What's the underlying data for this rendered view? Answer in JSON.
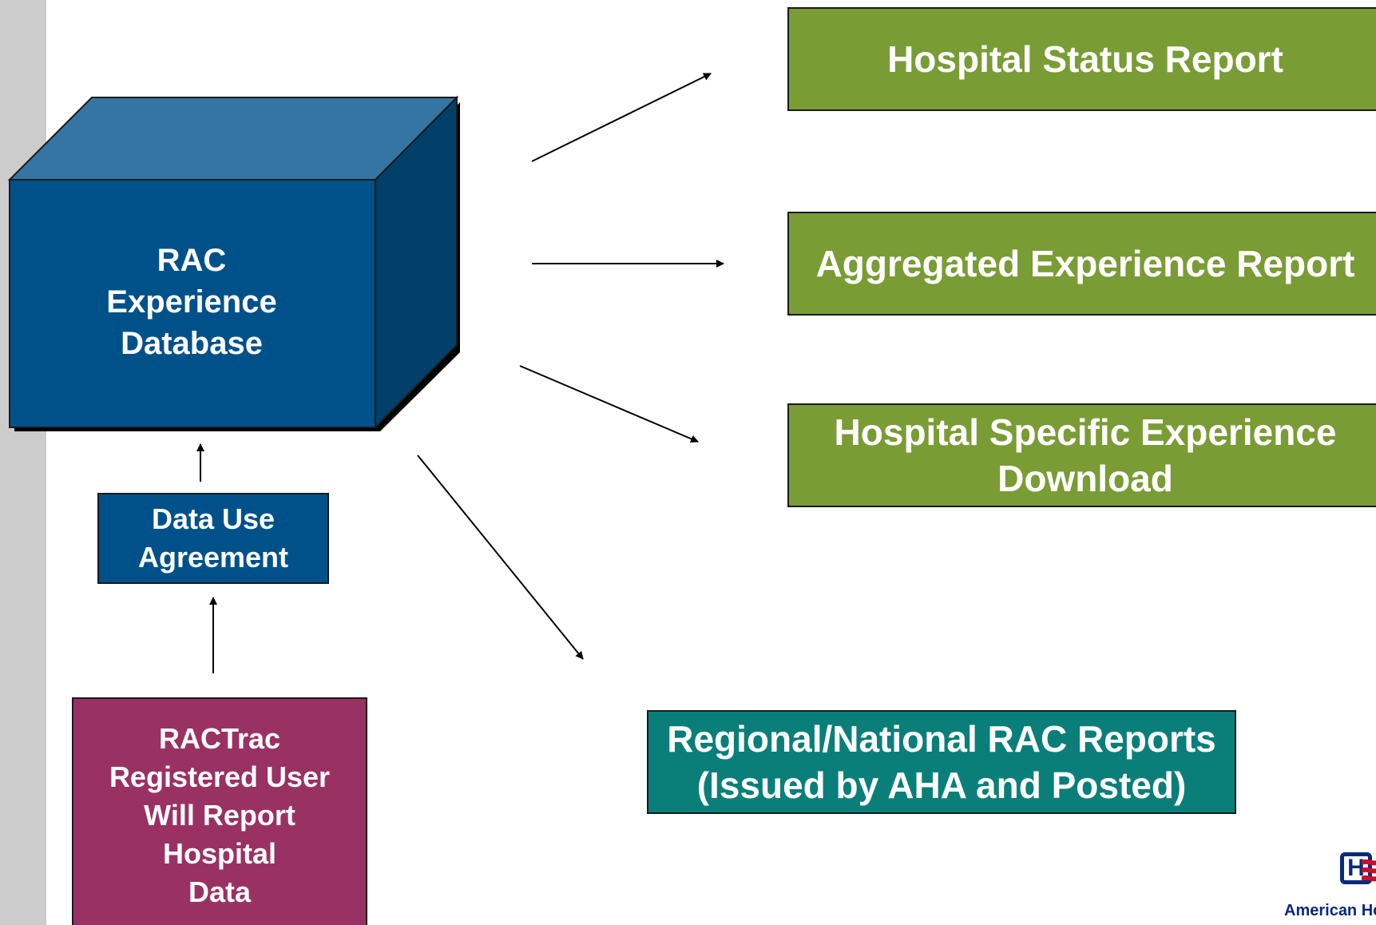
{
  "database": {
    "label_lines": [
      "RAC",
      "Experience",
      "Database"
    ]
  },
  "dua": {
    "label_lines": [
      "Data Use",
      "Agreement"
    ]
  },
  "ractrac": {
    "label_lines": [
      "RACTrac",
      "Registered User",
      "Will Report",
      "Hospital",
      "Data"
    ]
  },
  "reports": [
    {
      "label_lines": [
        "Hospital Status Report"
      ]
    },
    {
      "label_lines": [
        "Aggregated Experience Report"
      ]
    },
    {
      "label_lines": [
        "Hospital Specific Experience",
        "Download"
      ]
    }
  ],
  "regional": {
    "label_lines": [
      "Regional/National RAC Reports",
      "(Issued by AHA and Posted)"
    ]
  },
  "logo": {
    "text": "American Hospital Association",
    "mark": "H"
  },
  "colors": {
    "cube_front": "#00518a",
    "cube_top": "#3575a4",
    "cube_side": "#023f69",
    "report_green": "#7a9c35",
    "regional_teal": "#0a7f7a",
    "ractrac_purple": "#9a3163",
    "sidebar_gray": "#cccccc"
  }
}
